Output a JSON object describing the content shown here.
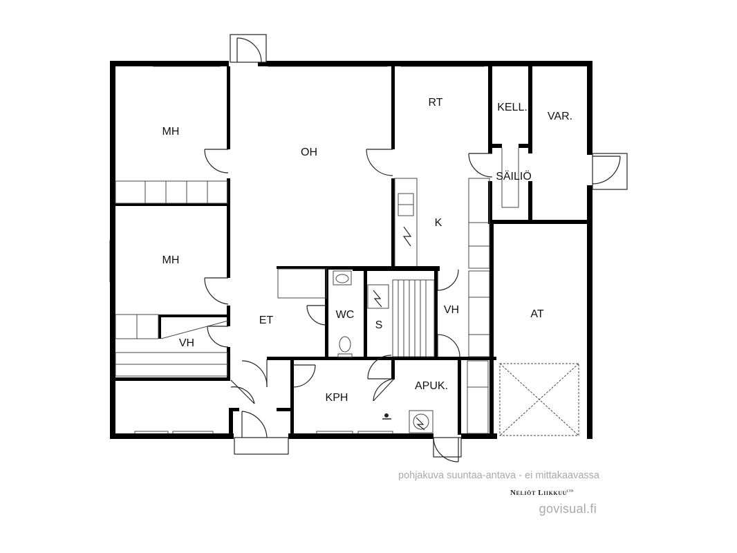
{
  "floorplan": {
    "rooms": {
      "mh1": "MH",
      "oh": "OH",
      "rt": "RT",
      "kell": "KELL.",
      "var": "VAR.",
      "sailio": "SÄILIÖ",
      "k": "K",
      "mh2": "MH",
      "wc": "WC",
      "s": "S",
      "vh_center": "VH",
      "et": "ET",
      "at": "AT",
      "vh_left": "VH",
      "kph": "KPH",
      "apuk": "APUK."
    }
  },
  "footer": {
    "note": "pohjakuva suuntaa-antava - ei mittakaavassa",
    "brand": "Neliöt Liikkuu",
    "brand_mark": "ltd",
    "website": "govisual.fi"
  },
  "colors": {
    "wall": "#000000",
    "line": "#333333",
    "muted": "#a9a9a9"
  }
}
